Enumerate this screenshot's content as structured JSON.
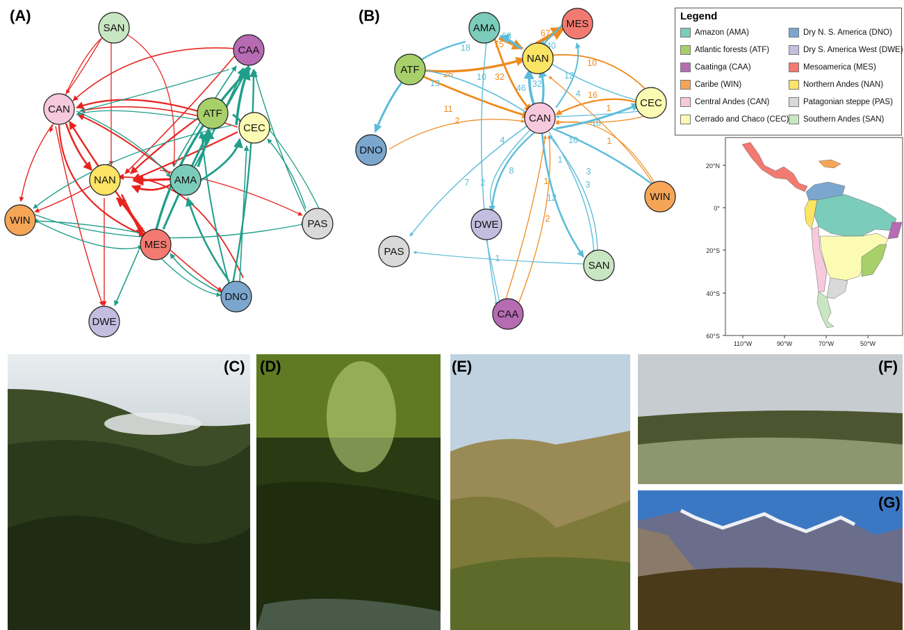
{
  "panels": {
    "a_label": "(A)",
    "b_label": "(B)",
    "c_label": "(C)",
    "d_label": "(D)",
    "e_label": "(E)",
    "f_label": "(F)",
    "g_label": "(G)"
  },
  "colors": {
    "red_edge": "#e8231f",
    "teal_edge": "#1f9e89",
    "blue_edge": "#5bbcd9",
    "orange_edge": "#f08a1d"
  },
  "network_a": {
    "nodes": [
      {
        "id": "SAN",
        "label": "SAN",
        "color": "#c9e6c3"
      },
      {
        "id": "CAA",
        "label": "CAA",
        "color": "#b66bb3"
      },
      {
        "id": "CAN",
        "label": "CAN",
        "color": "#f7c9dc"
      },
      {
        "id": "ATF",
        "label": "ATF",
        "color": "#a7d06a"
      },
      {
        "id": "CEC",
        "label": "CEC",
        "color": "#fbfbb3"
      },
      {
        "id": "NAN",
        "label": "NAN",
        "color": "#fce464"
      },
      {
        "id": "AMA",
        "label": "AMA",
        "color": "#7cccbb"
      },
      {
        "id": "WIN",
        "label": "WIN",
        "color": "#f6a557"
      },
      {
        "id": "PAS",
        "label": "PAS",
        "color": "#d9d9d9"
      },
      {
        "id": "MES",
        "label": "MES",
        "color": "#f37a70"
      },
      {
        "id": "DNO",
        "label": "DNO",
        "color": "#7ba7cf"
      },
      {
        "id": "DWE",
        "label": "DWE",
        "color": "#c3bde0"
      }
    ]
  },
  "network_b": {
    "nodes": [
      {
        "id": "AMA",
        "label": "AMA",
        "color": "#7cccbb"
      },
      {
        "id": "MES",
        "label": "MES",
        "color": "#f37a70"
      },
      {
        "id": "NAN",
        "label": "NAN",
        "color": "#fce464"
      },
      {
        "id": "ATF",
        "label": "ATF",
        "color": "#a7d06a"
      },
      {
        "id": "CAN",
        "label": "CAN",
        "color": "#f7c9dc"
      },
      {
        "id": "CEC",
        "label": "CEC",
        "color": "#fbfbb3"
      },
      {
        "id": "DNO",
        "label": "DNO",
        "color": "#7ba7cf"
      },
      {
        "id": "WIN",
        "label": "WIN",
        "color": "#f6a557"
      },
      {
        "id": "DWE",
        "label": "DWE",
        "color": "#c3bde0"
      },
      {
        "id": "PAS",
        "label": "PAS",
        "color": "#d9d9d9"
      },
      {
        "id": "SAN",
        "label": "SAN",
        "color": "#c9e6c3"
      },
      {
        "id": "CAA",
        "label": "CAA",
        "color": "#b66bb3"
      }
    ],
    "edge_labels": [
      {
        "text": "67",
        "color": "orange"
      },
      {
        "text": "40",
        "color": "blue"
      },
      {
        "text": "68",
        "color": "blue"
      },
      {
        "text": "75",
        "color": "orange"
      },
      {
        "text": "18",
        "color": "blue"
      },
      {
        "text": "26",
        "color": "orange"
      },
      {
        "text": "10",
        "color": "blue"
      },
      {
        "text": "32",
        "color": "orange"
      },
      {
        "text": "46",
        "color": "blue"
      },
      {
        "text": "32",
        "color": "blue"
      },
      {
        "text": "16",
        "color": "orange"
      },
      {
        "text": "12",
        "color": "blue"
      },
      {
        "text": "10",
        "color": "orange"
      },
      {
        "text": "13",
        "color": "blue"
      },
      {
        "text": "11",
        "color": "orange"
      },
      {
        "text": "2",
        "color": "orange"
      },
      {
        "text": "4",
        "color": "blue"
      },
      {
        "text": "16",
        "color": "orange"
      },
      {
        "text": "1",
        "color": "orange"
      },
      {
        "text": "18",
        "color": "blue"
      },
      {
        "text": "1",
        "color": "orange"
      },
      {
        "text": "10",
        "color": "blue"
      },
      {
        "text": "4",
        "color": "blue"
      },
      {
        "text": "8",
        "color": "blue"
      },
      {
        "text": "7",
        "color": "blue"
      },
      {
        "text": "2",
        "color": "blue"
      },
      {
        "text": "1",
        "color": "blue"
      },
      {
        "text": "3",
        "color": "blue"
      },
      {
        "text": "3",
        "color": "blue"
      },
      {
        "text": "12",
        "color": "blue"
      },
      {
        "text": "1",
        "color": "orange"
      },
      {
        "text": "2",
        "color": "orange"
      },
      {
        "text": "1",
        "color": "blue"
      }
    ]
  },
  "legend": {
    "title": "Legend",
    "items": [
      {
        "label": "Amazon (AMA)",
        "color": "#7cccbb"
      },
      {
        "label": "Atlantic forests (ATF)",
        "color": "#a7d06a"
      },
      {
        "label": "Caatinga (CAA)",
        "color": "#b66bb3"
      },
      {
        "label": "Caribe (WIN)",
        "color": "#f6a557"
      },
      {
        "label": "Central Andes (CAN)",
        "color": "#f7c9dc"
      },
      {
        "label": "Cerrado and Chaco (CEC)",
        "color": "#fbfbb3"
      },
      {
        "label": "Dry N. S. America (DNO)",
        "color": "#7ba7cf"
      },
      {
        "label": "Dry S. America West (DWE)",
        "color": "#c3bde0"
      },
      {
        "label": "Mesoamerica (MES)",
        "color": "#f37a70"
      },
      {
        "label": "Northern Andes (NAN)",
        "color": "#fce464"
      },
      {
        "label": "Patagonian steppe (PAS)",
        "color": "#d9d9d9"
      },
      {
        "label": "Southern Andes (SAN)",
        "color": "#c9e6c3"
      }
    ]
  },
  "map": {
    "lat_labels": [
      "20°N",
      "0°",
      "20°S",
      "40°S",
      "60°S"
    ],
    "lon_labels": [
      "110°W",
      "90°W",
      "70°W",
      "50°W"
    ]
  }
}
